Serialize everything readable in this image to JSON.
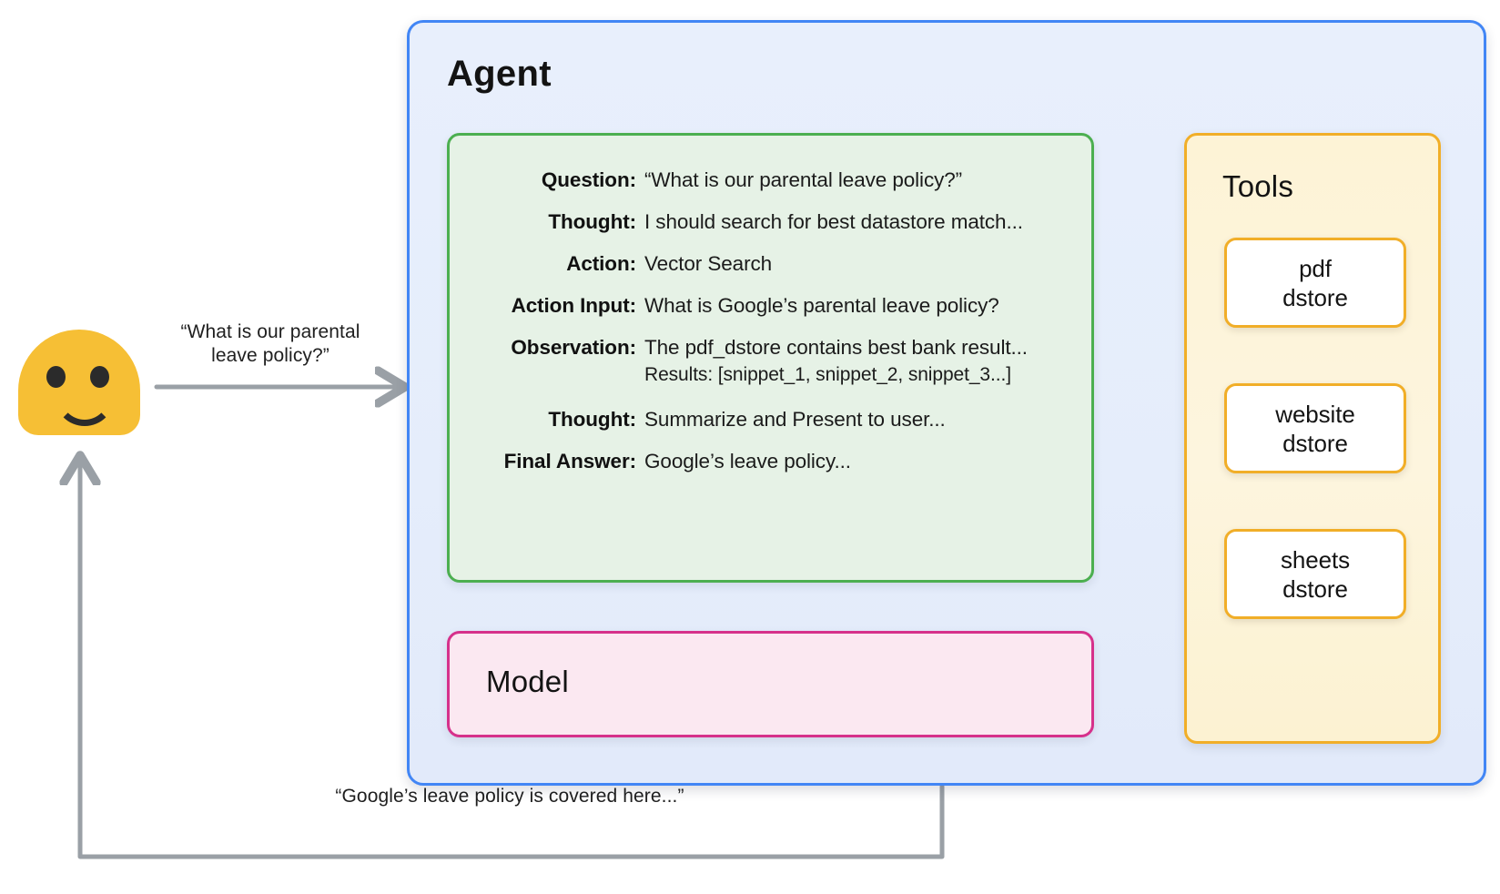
{
  "diagram": {
    "title": "Agent with ReAct reasoning trace, model and tools",
    "colors": {
      "agent_border": "#4286f5",
      "agent_fill": "#e6edfb",
      "trace_border": "#4caf50",
      "trace_fill": "#e6f2e6",
      "model_border": "#d6318b",
      "model_fill": "#fbe8f1",
      "tools_border": "#f1ae28",
      "tools_fill": "#fdf4da",
      "tool_card_fill": "#ffffff",
      "avatar": "#f6bf35",
      "arrow": "#9aa0a6",
      "dotted_connector": "#9aa0a6"
    }
  },
  "user": {
    "avatar_name": "smiling-user-avatar",
    "question_label": "“What is our parental\nleave policy?”",
    "question_line_1": "“What is our parental",
    "question_line_2": "leave policy?”",
    "answer_label": "“Google’s leave policy is covered here...”"
  },
  "agent": {
    "title": "Agent",
    "trace": {
      "rows": [
        {
          "label": "Question:",
          "value": "“What is our parental leave policy?”"
        },
        {
          "label": "Thought:",
          "value": "I should search for best datastore match..."
        },
        {
          "label": "Action:",
          "value": "Vector Search"
        },
        {
          "label": "Action Input:",
          "value": "What is Google’s parental leave policy?"
        },
        {
          "label": "Observation:",
          "value": "The pdf_dstore contains best bank result...",
          "value2": "Results: [snippet_1, snippet_2, snippet_3...]"
        },
        {
          "label": "Thought:",
          "value": "Summarize and Present to user..."
        },
        {
          "label": "Final Answer:",
          "value": "Google’s leave policy..."
        }
      ]
    },
    "model": {
      "title": "Model"
    },
    "tools": {
      "title": "Tools",
      "cards": [
        {
          "line1": "pdf",
          "line2": "dstore"
        },
        {
          "line1": "website",
          "line2": "dstore"
        },
        {
          "line1": "sheets",
          "line2": "dstore"
        }
      ]
    }
  }
}
